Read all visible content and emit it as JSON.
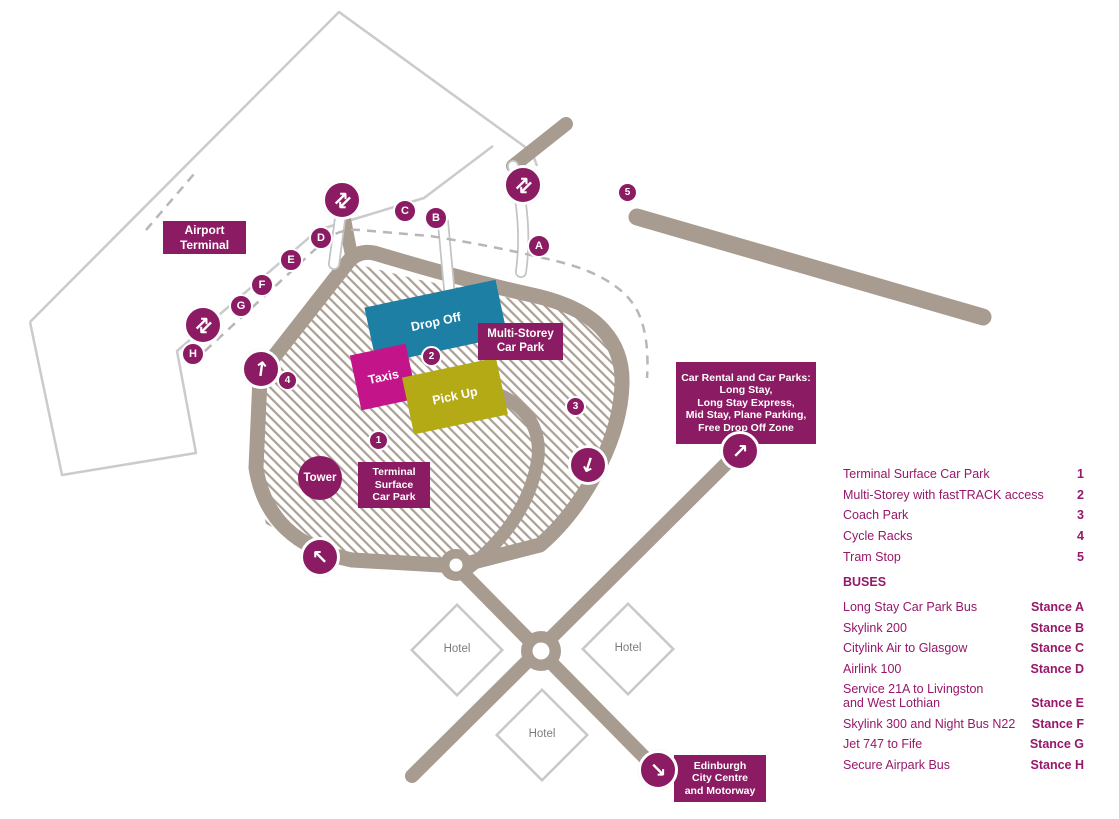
{
  "map": {
    "boxes": {
      "airport_terminal_lines": [
        "Airport",
        "Terminal"
      ],
      "drop_off": "Drop Off",
      "taxis": "Taxis",
      "pick_up": "Pick Up",
      "multi_storey_lines": [
        "Multi-Storey",
        "Car Park"
      ],
      "terminal_surface_lines": [
        "Terminal",
        "Surface",
        "Car Park"
      ],
      "tower": "Tower",
      "car_rental_lines": [
        "Car Rental and Car Parks:",
        "Long Stay,",
        "Long Stay Express,",
        "Mid Stay, Plane Parking,",
        "Free Drop Off Zone"
      ],
      "edinburgh_lines": [
        "Edinburgh",
        "City Centre",
        "and Motorway"
      ],
      "hotel": "Hotel"
    },
    "stance_pins": [
      {
        "letter": "A"
      },
      {
        "letter": "B"
      },
      {
        "letter": "C"
      },
      {
        "letter": "D"
      },
      {
        "letter": "E"
      },
      {
        "letter": "F"
      },
      {
        "letter": "G"
      },
      {
        "letter": "H"
      }
    ],
    "number_pins": [
      {
        "num": "1"
      },
      {
        "num": "2"
      },
      {
        "num": "3"
      },
      {
        "num": "4"
      },
      {
        "num": "5"
      }
    ],
    "icons": {
      "two_way": "⇄",
      "up": "↑",
      "up_left": "↖",
      "down": "↓",
      "up_right": "↗",
      "down_right": "↘"
    },
    "colors": {
      "purple": "#8b1b63",
      "legend_text": "#97176a",
      "teal": "#1d7fa4",
      "magenta": "#c3148a",
      "olive": "#b3aa15",
      "road": "#a89c90",
      "outline_gray": "#cbcbcb"
    }
  },
  "legend": {
    "numbered": [
      {
        "label": "Terminal Surface Car Park",
        "value": "1"
      },
      {
        "label": "Multi-Storey with fastTRACK access",
        "value": "2"
      },
      {
        "label": "Coach Park",
        "value": "3"
      },
      {
        "label": "Cycle Racks",
        "value": "4"
      },
      {
        "label": "Tram Stop",
        "value": "5"
      }
    ],
    "buses_title": "BUSES",
    "buses": [
      {
        "label": "Long Stay Car Park Bus",
        "value": "Stance A"
      },
      {
        "label": "Skylink 200",
        "value": "Stance B"
      },
      {
        "label": "Citylink Air to Glasgow",
        "value": "Stance C"
      },
      {
        "label": "Airlink 100",
        "value": "Stance D"
      },
      {
        "label": "Service 21A to Livingston and West Lothian",
        "value": "Stance E"
      },
      {
        "label": "Skylink 300 and Night Bus N22",
        "value": "Stance F"
      },
      {
        "label": "Jet 747 to Fife",
        "value": "Stance G"
      },
      {
        "label": "Secure Airpark Bus",
        "value": "Stance H"
      }
    ]
  }
}
